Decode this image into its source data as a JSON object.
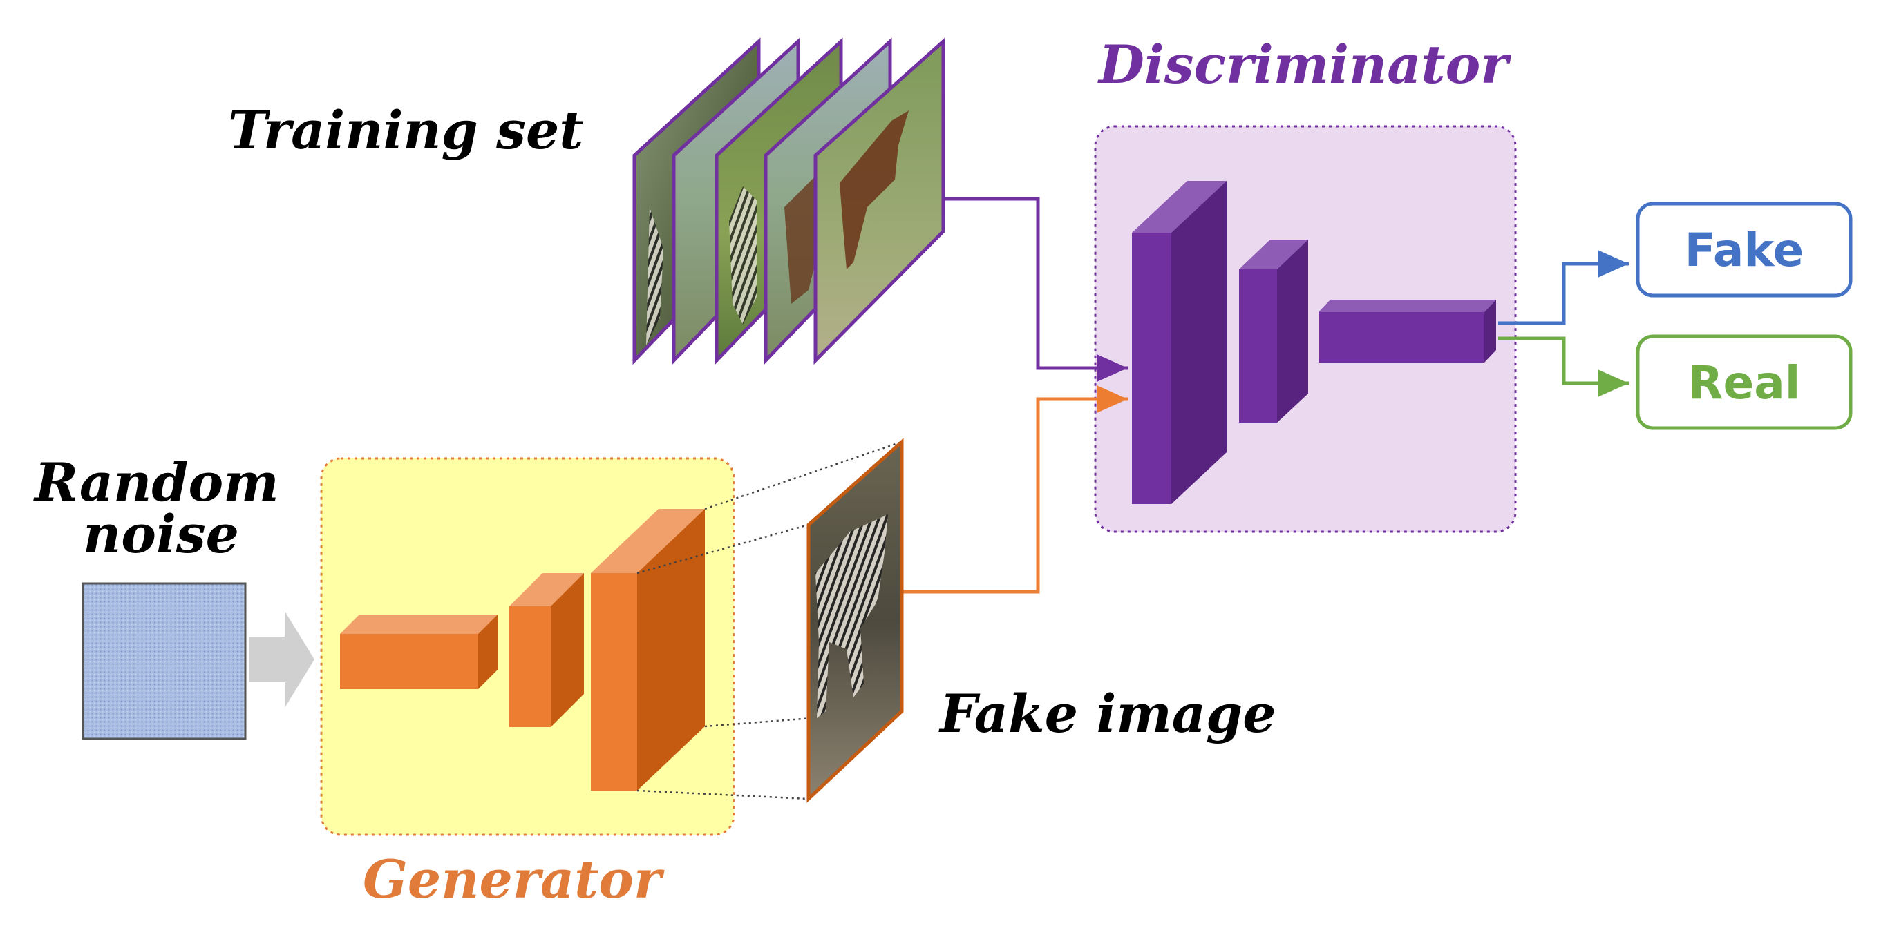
{
  "labels": {
    "training_set": "Training set",
    "random_noise_line1": "Random",
    "random_noise_line2": "noise",
    "discriminator": "Discriminator",
    "generator": "Generator",
    "fake_image": "Fake image"
  },
  "outputs": {
    "fake": "Fake",
    "real": "Real"
  },
  "colors": {
    "discriminator": "#7030a0",
    "discriminator_bg": "#ead9ef",
    "generator": "#ed7d31",
    "generator_bg": "#ffffa6",
    "fake_output": "#4472c4",
    "real_output": "#70ad47",
    "noise": "#a9bde3",
    "arrow_gray": "#d0d0d0"
  },
  "icons": {
    "training_images": "photo-stack-icon",
    "fake_image": "photo-icon",
    "noise": "noise-square-icon"
  }
}
